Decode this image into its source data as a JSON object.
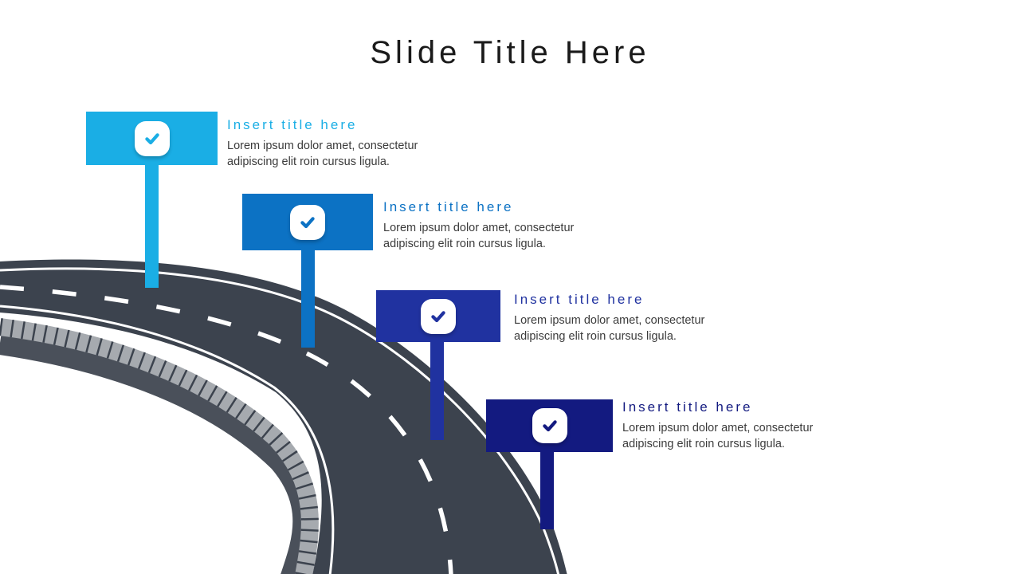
{
  "slide": {
    "title": "Slide Title Here",
    "title_color": "#1a1a1a",
    "background": "#ffffff"
  },
  "milestones": [
    {
      "title": "Insert title here",
      "body": "Lorem ipsum dolor amet, consectetur adipiscing elit roin cursus ligula.",
      "color": "#1AAEE5",
      "icon": "check-icon"
    },
    {
      "title": "Insert title here",
      "body": "Lorem ipsum dolor amet, consectetur adipiscing elit roin cursus ligula.",
      "color": "#0C72C4",
      "icon": "check-icon"
    },
    {
      "title": "Insert title here",
      "body": "Lorem ipsum dolor amet, consectetur adipiscing elit roin cursus ligula.",
      "color": "#2032A0",
      "icon": "check-icon"
    },
    {
      "title": "Insert title here",
      "body": "Lorem ipsum dolor amet, consectetur adipiscing elit roin cursus ligula.",
      "color": "#131A80",
      "icon": "check-icon"
    }
  ],
  "road": {
    "asphalt": "#3C434E",
    "edge_line": "#FFFFFF",
    "lane_dash": "#FFFFFF",
    "guardrail": "#A6AAAF",
    "guardrail_post": "#3C434E",
    "understructure": "#4A505A"
  }
}
